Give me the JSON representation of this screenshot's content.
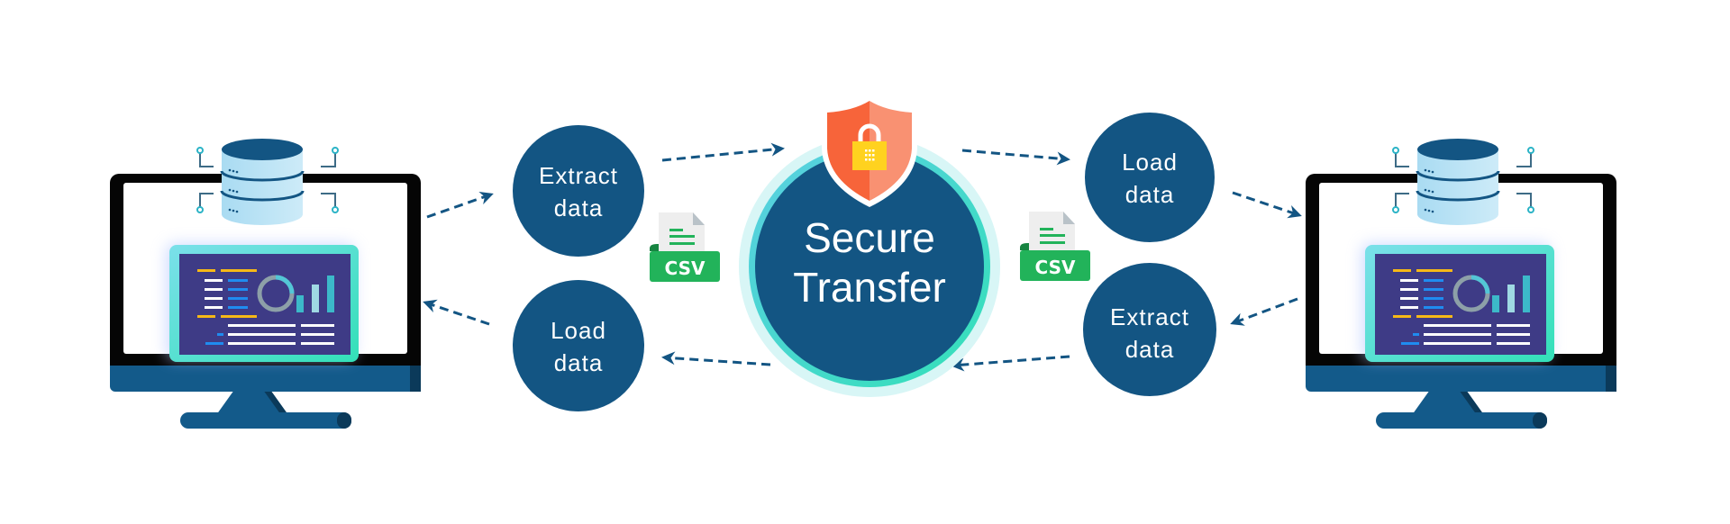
{
  "diagram": {
    "title": "Secure Transfer",
    "center": {
      "line1": "Secure",
      "line2": "Transfer",
      "icon": "shield-lock-icon"
    },
    "left_nodes": [
      {
        "line1": "Extract",
        "line2": "data"
      },
      {
        "line1": "Load",
        "line2": "data"
      }
    ],
    "right_nodes": [
      {
        "line1": "Load",
        "line2": "data"
      },
      {
        "line1": "Extract",
        "line2": "data"
      }
    ],
    "file_badges": [
      {
        "label": "CSV",
        "icon": "csv-file-icon"
      },
      {
        "label": "CSV",
        "icon": "csv-file-icon"
      }
    ],
    "endpoints": [
      {
        "name": "source-computer",
        "icon": "monitor-database-icon"
      },
      {
        "name": "destination-computer",
        "icon": "monitor-database-icon"
      }
    ],
    "colors": {
      "node": "#135583",
      "arrow": "#135583",
      "ring_inner": "#3fd0d8",
      "ring_outer": "#d8f6f6",
      "shield_left": "#f7643a",
      "shield_right": "#f99172",
      "lock": "#ffd21f",
      "csv_green": "#22b35a",
      "screen_panel": "#3e3b86",
      "monitor_bezel": "#050505",
      "monitor_base": "#135a8a"
    }
  }
}
